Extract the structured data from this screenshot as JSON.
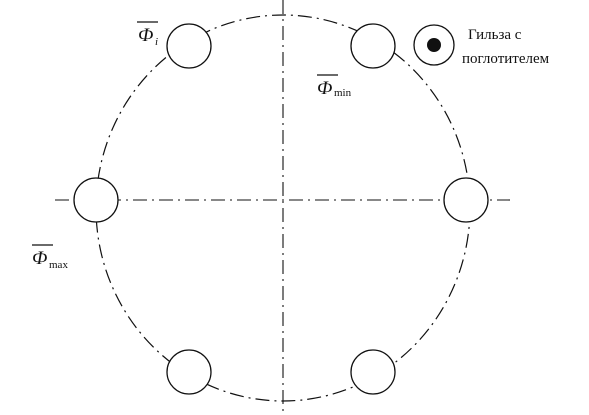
{
  "labels": {
    "phi_i": "Ф",
    "phi_i_sub": "i",
    "phi_min": "Ф",
    "phi_min_sub": "min",
    "phi_max": "Ф",
    "phi_max_sub": "max",
    "legend_line1": "Гильза с",
    "legend_line2": "поглотителем"
  },
  "colors": {
    "stroke": "#111111",
    "background": "#ffffff"
  }
}
